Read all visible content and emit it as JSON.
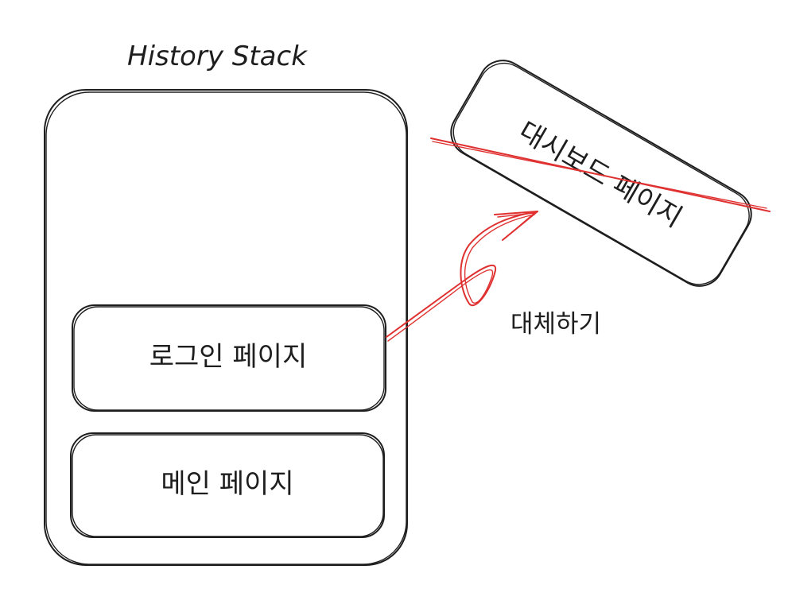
{
  "stack_title": "History Stack",
  "stack_items": [
    {
      "label": "로그인 페이지"
    },
    {
      "label": "메인 페이지"
    }
  ],
  "replaced_item": {
    "label": "대시보드 페이지",
    "status": "crossed-out"
  },
  "arrow_label": "대체하기",
  "colors": {
    "ink": "#1e1e1e",
    "accent": "#e03131",
    "background": "#ffffff"
  }
}
